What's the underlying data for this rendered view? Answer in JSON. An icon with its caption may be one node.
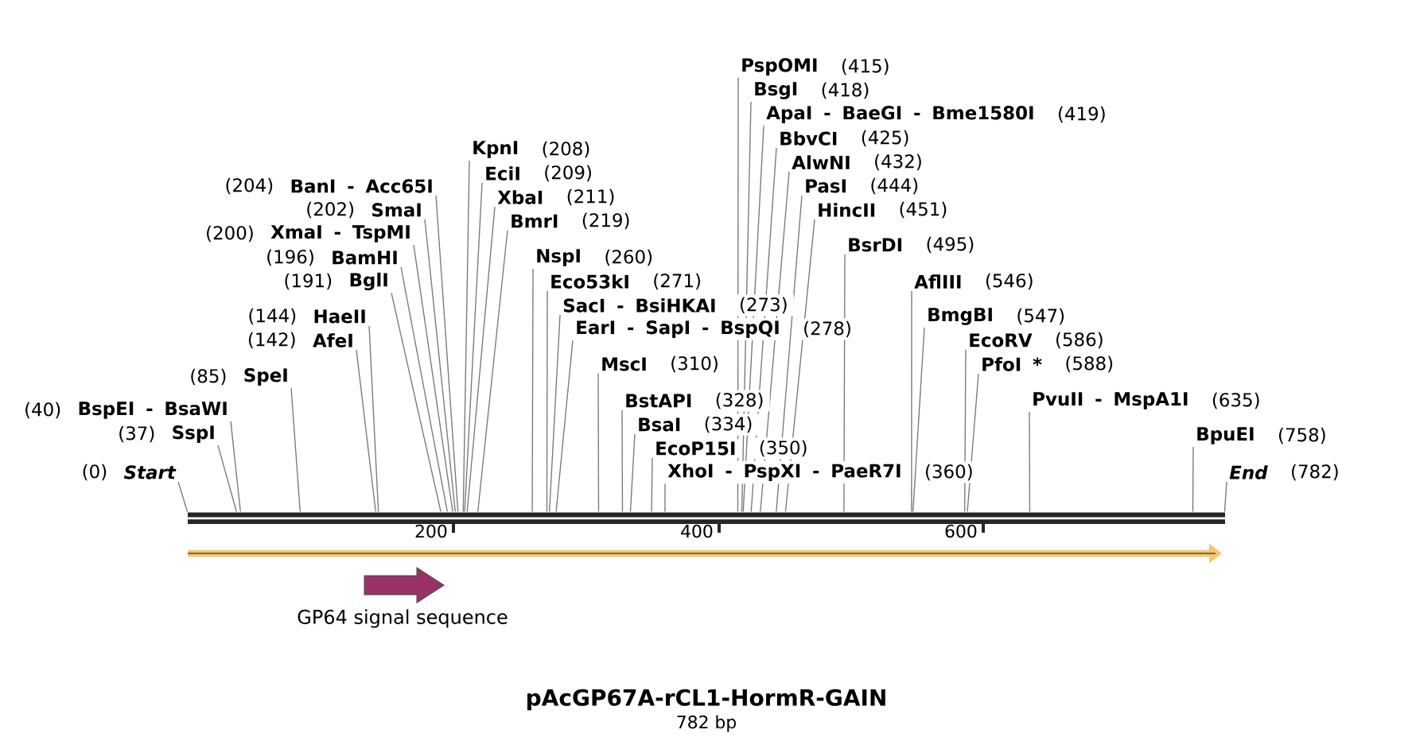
{
  "diagram": {
    "title": "pAcGP67A-rCL1-HormR-GAIN",
    "caption": "782 bp",
    "nodes": [
      {
        "text": [
          "Start"
        ],
        "beside": [
          "(0)"
        ]
      },
      {
        "text": [
          "SspI"
        ],
        "beside": [
          "(37)"
        ]
      },
      {
        "text": [
          "BspEI - BsaWI"
        ],
        "beside": [
          "(40)"
        ]
      },
      {
        "text": [
          "SpeI"
        ],
        "beside": [
          "(85)"
        ]
      },
      {
        "text": [
          "AfeI"
        ],
        "beside": [
          "(142)"
        ]
      },
      {
        "text": [
          "HaeII"
        ],
        "beside": [
          "(144)"
        ]
      },
      {
        "text": [
          "BglI"
        ],
        "beside": [
          "(191)"
        ]
      },
      {
        "text": [
          "BamHI"
        ],
        "beside": [
          "(196)"
        ]
      },
      {
        "text": [
          "XmaI - TspMI"
        ],
        "beside": [
          "(200)"
        ]
      },
      {
        "text": [
          "SmaI"
        ],
        "beside": [
          "(202)"
        ]
      },
      {
        "text": [
          "BanI - Acc65I"
        ],
        "beside": [
          "(204)"
        ]
      },
      {
        "text": [
          "KpnI"
        ],
        "beside": [
          "(208)"
        ]
      },
      {
        "text": [
          "EciI"
        ],
        "beside": [
          "(209)"
        ]
      },
      {
        "text": [
          "XbaI"
        ],
        "beside": [
          "(211)"
        ]
      },
      {
        "text": [
          "BmrI"
        ],
        "beside": [
          "(219)"
        ]
      },
      {
        "text": [
          "NspI"
        ],
        "beside": [
          "(260)"
        ]
      },
      {
        "text": [
          "Eco53kI"
        ],
        "beside": [
          "(271)"
        ]
      },
      {
        "text": [
          "SacI - BsiHKAI"
        ],
        "beside": [
          "(273)"
        ]
      },
      {
        "text": [
          "EarI - SapI - BspQI"
        ],
        "beside": [
          "(278)"
        ]
      },
      {
        "text": [
          "MscI"
        ],
        "beside": [
          "(310)"
        ]
      },
      {
        "text": [
          "BstAPI"
        ],
        "beside": [
          "(328)"
        ]
      },
      {
        "text": [
          "BsaI"
        ],
        "beside": [
          "(334)"
        ]
      },
      {
        "text": [
          "EcoP15I"
        ],
        "beside": [
          "(350)"
        ]
      },
      {
        "text": [
          "XhoI - PspXI - PaeR7I"
        ],
        "beside": [
          "(360)"
        ]
      },
      {
        "text": [
          "PspOMI"
        ],
        "beside": [
          "(415)"
        ]
      },
      {
        "text": [
          "BsgI"
        ],
        "beside": [
          "(418)"
        ]
      },
      {
        "text": [
          "ApaI - BaeGI - Bme1580I"
        ],
        "beside": [
          "(419)"
        ]
      },
      {
        "text": [
          "BbvCI"
        ],
        "beside": [
          "(425)"
        ]
      },
      {
        "text": [
          "AlwNI"
        ],
        "beside": [
          "(432)"
        ]
      },
      {
        "text": [
          "PasI"
        ],
        "beside": [
          "(444)"
        ]
      },
      {
        "text": [
          "HincII"
        ],
        "beside": [
          "(451)"
        ]
      },
      {
        "text": [
          "BsrDI"
        ],
        "beside": [
          "(495)"
        ]
      },
      {
        "text": [
          "AflIII"
        ],
        "beside": [
          "(546)"
        ]
      },
      {
        "text": [
          "BmgBI"
        ],
        "beside": [
          "(547)"
        ]
      },
      {
        "text": [
          "EcoRV"
        ],
        "beside": [
          "(586)"
        ]
      },
      {
        "text": [
          "PfoI *"
        ],
        "beside": [
          "(588)"
        ]
      },
      {
        "text": [
          "PvuII - MspA1I"
        ],
        "beside": [
          "(635)"
        ]
      },
      {
        "text": [
          "BpuEI"
        ],
        "beside": [
          "(758)"
        ]
      },
      {
        "text": [
          "End"
        ],
        "beside": [
          "(782)"
        ]
      },
      {
        "text": [],
        "shape": "bar"
      },
      {
        "text": [
          "GP64 signal sequence"
        ]
      }
    ],
    "edges": [
      {
        "from": 0,
        "to": 39,
        "arrow": "none"
      },
      {
        "from": 1,
        "to": 39,
        "arrow": "none"
      },
      {
        "from": 2,
        "to": 39,
        "arrow": "none"
      },
      {
        "from": 3,
        "to": 39,
        "arrow": "none"
      },
      {
        "from": 4,
        "to": 39,
        "arrow": "none"
      },
      {
        "from": 5,
        "to": 39,
        "arrow": "none"
      },
      {
        "from": 6,
        "to": 39,
        "arrow": "none"
      },
      {
        "from": 7,
        "to": 39,
        "arrow": "none"
      },
      {
        "from": 8,
        "to": 39,
        "arrow": "none"
      },
      {
        "from": 9,
        "to": 39,
        "arrow": "none"
      },
      {
        "from": 10,
        "to": 39,
        "arrow": "none"
      },
      {
        "from": 11,
        "to": 39,
        "arrow": "none"
      },
      {
        "from": 12,
        "to": 39,
        "arrow": "none"
      },
      {
        "from": 13,
        "to": 39,
        "arrow": "none"
      },
      {
        "from": 14,
        "to": 39,
        "arrow": "none"
      },
      {
        "from": 15,
        "to": 39,
        "arrow": "none"
      },
      {
        "from": 16,
        "to": 39,
        "arrow": "none"
      },
      {
        "from": 17,
        "to": 39,
        "arrow": "none"
      },
      {
        "from": 18,
        "to": 39,
        "arrow": "none"
      },
      {
        "from": 19,
        "to": 39,
        "arrow": "none"
      },
      {
        "from": 20,
        "to": 39,
        "arrow": "none"
      },
      {
        "from": 21,
        "to": 39,
        "arrow": "none"
      },
      {
        "from": 22,
        "to": 39,
        "arrow": "none"
      },
      {
        "from": 23,
        "to": 39,
        "arrow": "none"
      },
      {
        "from": 24,
        "to": 39,
        "arrow": "none"
      },
      {
        "from": 25,
        "to": 39,
        "arrow": "none"
      },
      {
        "from": 26,
        "to": 39,
        "arrow": "none"
      },
      {
        "from": 27,
        "to": 39,
        "arrow": "none"
      },
      {
        "from": 28,
        "to": 39,
        "arrow": "none"
      },
      {
        "from": 29,
        "to": 39,
        "arrow": "none"
      },
      {
        "from": 30,
        "to": 39,
        "arrow": "none"
      },
      {
        "from": 31,
        "to": 39,
        "arrow": "none"
      },
      {
        "from": 32,
        "to": 39,
        "arrow": "none"
      },
      {
        "from": 33,
        "to": 39,
        "arrow": "none"
      },
      {
        "from": 34,
        "to": 39,
        "arrow": "none"
      },
      {
        "from": 35,
        "to": 39,
        "arrow": "none"
      },
      {
        "from": 36,
        "to": 39,
        "arrow": "none"
      },
      {
        "from": 37,
        "to": 39,
        "arrow": "none"
      },
      {
        "from": 38,
        "to": 39,
        "arrow": "none"
      }
    ],
    "labels": [
      "200",
      "400",
      "600"
    ]
  }
}
